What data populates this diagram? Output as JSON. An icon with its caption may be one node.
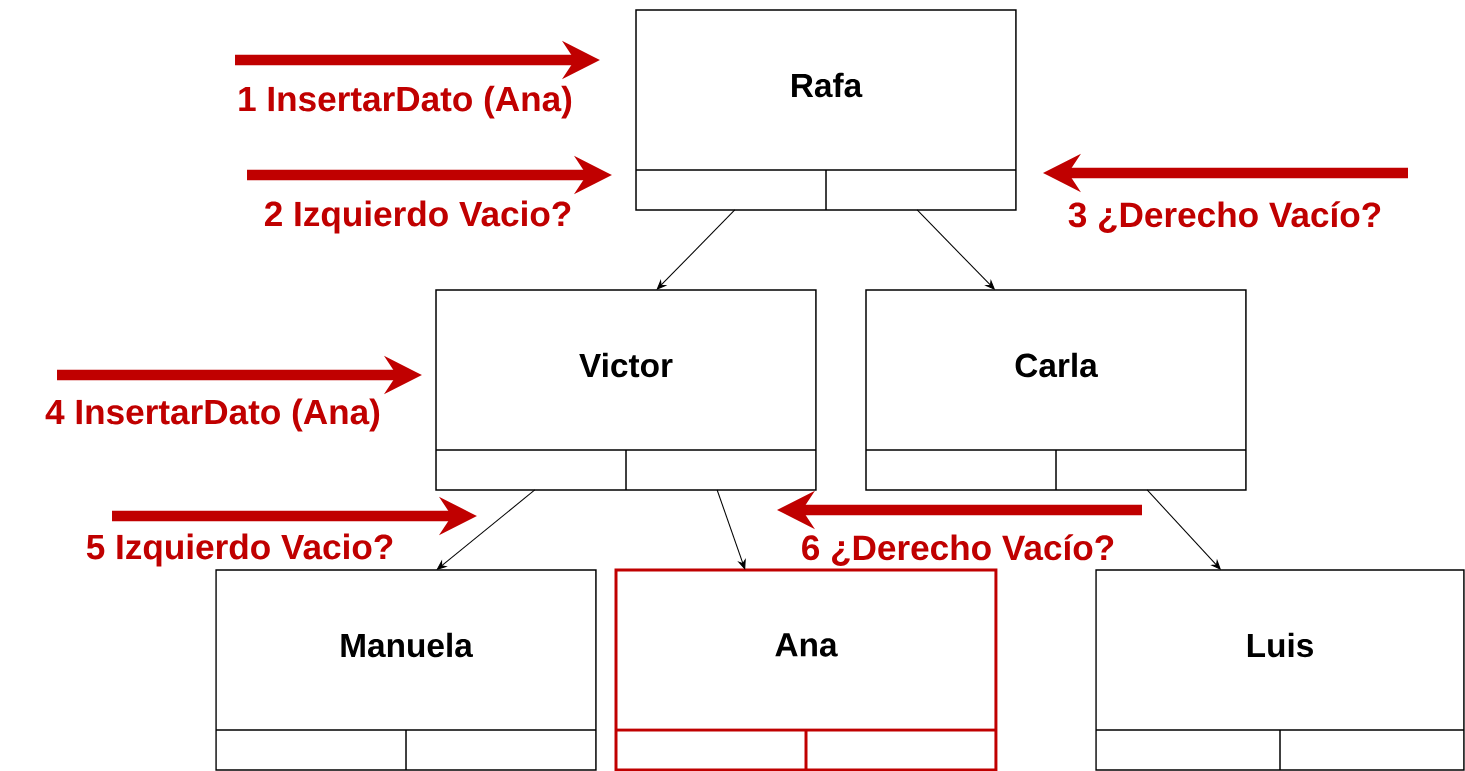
{
  "diagram": {
    "nodes": [
      {
        "text": [
          "Rafa"
        ]
      },
      {
        "text": [
          "Victor"
        ]
      },
      {
        "text": [
          "Carla"
        ]
      },
      {
        "text": [
          "Manuela"
        ]
      },
      {
        "text": [
          "Ana"
        ]
      },
      {
        "text": [
          "Luis"
        ]
      }
    ],
    "edges": [
      {
        "from": 0,
        "to": 1,
        "arrow": "to",
        "color": "#000000"
      },
      {
        "from": 0,
        "to": 2,
        "arrow": "to",
        "color": "#000000"
      },
      {
        "from": 1,
        "to": 3,
        "arrow": "to",
        "color": "#000000"
      },
      {
        "from": 1,
        "to": 4,
        "arrow": "to",
        "color": "#000000"
      },
      {
        "from": 2,
        "to": 5,
        "arrow": "to",
        "color": "#000000"
      },
      {
        "from": null,
        "to": 0,
        "arrow": "to",
        "label": "1 InsertarDato (Ana)",
        "color": "#c00000"
      },
      {
        "from": null,
        "to": 0,
        "arrow": "to",
        "label": "2 Izquierdo Vacio?",
        "color": "#c00000"
      },
      {
        "from": null,
        "to": 0,
        "arrow": "to",
        "label": "3 ¿Derecho Vacío?",
        "color": "#c00000"
      },
      {
        "from": null,
        "to": 1,
        "arrow": "to",
        "label": "4 InsertarDato (Ana)",
        "color": "#c00000"
      },
      {
        "from": null,
        "to": 1,
        "arrow": "to",
        "label": "5 Izquierdo Vacio?",
        "color": "#c00000"
      },
      {
        "from": null,
        "to": 1,
        "arrow": "to",
        "label": "6 ¿Derecho Vacío?",
        "color": "#c00000"
      }
    ]
  }
}
